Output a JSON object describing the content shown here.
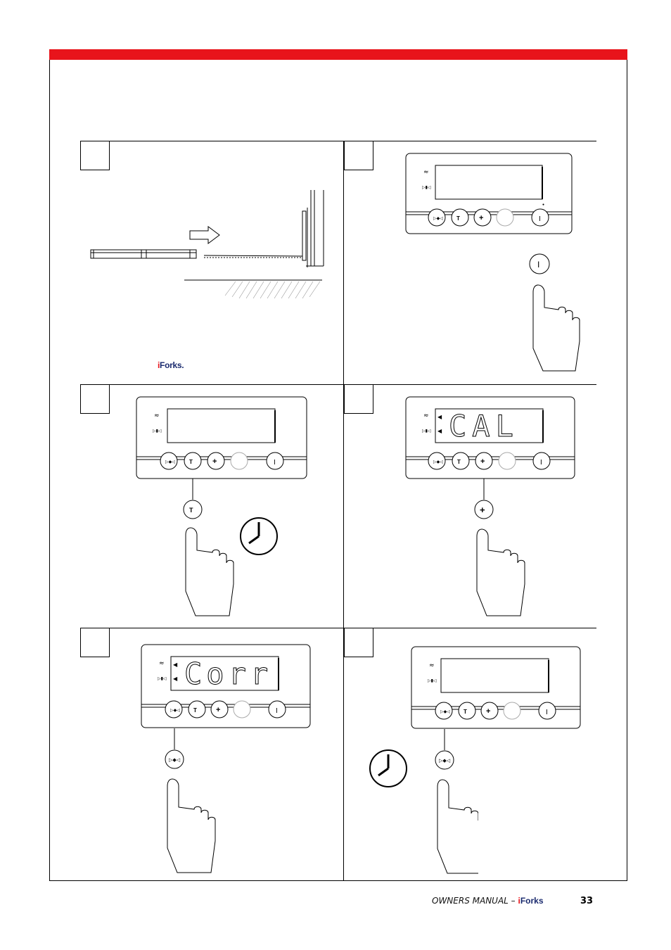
{
  "header": {
    "accent_color": "#e8141b"
  },
  "steps": [
    {
      "id": "step1",
      "icons": [
        "fork-blade-sliding-icon",
        "right-arrow-icon"
      ],
      "brand": {
        "i": "i",
        "rest": "Forks."
      }
    },
    {
      "id": "step2",
      "display_text": "",
      "pressed_button": "power-button",
      "icons": [
        "power-button-icon",
        "finger-press-icon"
      ]
    },
    {
      "id": "step3",
      "display_text": "",
      "pressed_button": "tare-button",
      "icons": [
        "tare-button-icon",
        "finger-press-icon",
        "clock-icon"
      ]
    },
    {
      "id": "step4",
      "display_text": "CAL",
      "pressed_button": "plus-button",
      "icons": [
        "plus-button-icon",
        "finger-press-icon"
      ]
    },
    {
      "id": "step5",
      "display_text": "Corr",
      "pressed_button": "enter-button",
      "icons": [
        "enter-button-icon",
        "finger-press-icon"
      ]
    },
    {
      "id": "step6",
      "display_text": "",
      "pressed_button": "enter-button",
      "icons": [
        "enter-button-icon",
        "finger-press-icon",
        "clock-icon"
      ]
    }
  ],
  "footer": {
    "manual_label": "OWNERS MANUAL – ",
    "brand_i": "i",
    "brand_rest": "Forks",
    "page_number": "33"
  }
}
